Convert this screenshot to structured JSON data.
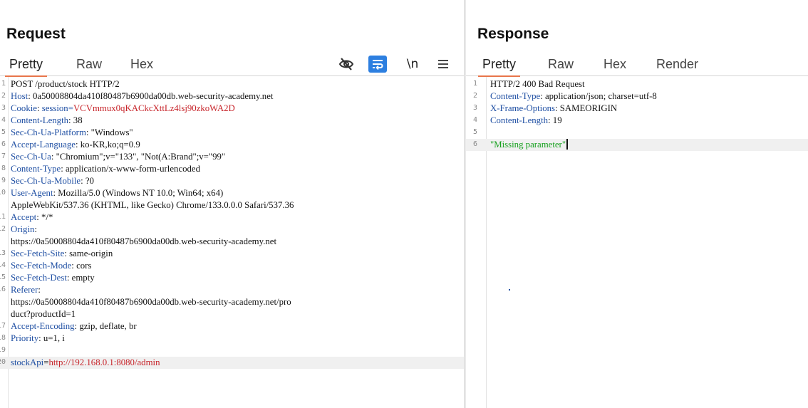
{
  "request": {
    "title": "Request",
    "tabs": [
      "Pretty",
      "Raw",
      "Hex"
    ],
    "active_tab": "Pretty",
    "toolbar_icons": [
      "eye-slash-icon",
      "wrap-lines-icon",
      "newline-icon",
      "menu-icon"
    ],
    "toolbar_newline_label": "\\n",
    "lines": [
      {
        "n": "1",
        "k": "POST /product/stock HTTP/2",
        "s": "",
        "v": ""
      },
      {
        "n": "2",
        "k": "Host",
        "s": ": ",
        "v": "0a50008804da410f80487b6900da00db.web-security-academy.net"
      },
      {
        "n": "3",
        "k": "Cookie",
        "s": ": ",
        "v": "session=VCVmmux0qKACkcXttLz4lsj90zkoWA2D"
      },
      {
        "n": "4",
        "k": "Content-Length",
        "s": ": ",
        "v": "38"
      },
      {
        "n": "5",
        "k": "Sec-Ch-Ua-Platform",
        "s": ": ",
        "v": "\"Windows\""
      },
      {
        "n": "6",
        "k": "Accept-Language",
        "s": ": ",
        "v": "ko-KR,ko;q=0.9"
      },
      {
        "n": "7",
        "k": "Sec-Ch-Ua",
        "s": ": ",
        "v": "\"Chromium\";v=\"133\", \"Not(A:Brand\";v=\"99\""
      },
      {
        "n": "8",
        "k": "Content-Type",
        "s": ": ",
        "v": "application/x-www-form-urlencoded"
      },
      {
        "n": "9",
        "k": "Sec-Ch-Ua-Mobile",
        "s": ": ",
        "v": "?0"
      },
      {
        "n": "10",
        "k": "User-Agent",
        "s": ": ",
        "v": "Mozilla/5.0 (Windows NT 10.0; Win64; x64)"
      },
      {
        "n": "",
        "k": "",
        "s": "",
        "v": "AppleWebKit/537.36 (KHTML, like Gecko) Chrome/133.0.0.0 Safari/537.36"
      },
      {
        "n": "11",
        "k": "Accept",
        "s": ": ",
        "v": "*/*"
      },
      {
        "n": "12",
        "k": "Origin",
        "s": ":",
        "v": ""
      },
      {
        "n": "",
        "k": "",
        "s": "",
        "v": "https://0a50008804da410f80487b6900da00db.web-security-academy.net"
      },
      {
        "n": "13",
        "k": "Sec-Fetch-Site",
        "s": ": ",
        "v": "same-origin"
      },
      {
        "n": "14",
        "k": "Sec-Fetch-Mode",
        "s": ": ",
        "v": "cors"
      },
      {
        "n": "15",
        "k": "Sec-Fetch-Dest",
        "s": ": ",
        "v": "empty"
      },
      {
        "n": "16",
        "k": "Referer",
        "s": ":",
        "v": ""
      },
      {
        "n": "",
        "k": "",
        "s": "",
        "v": "https://0a50008804da410f80487b6900da00db.web-security-academy.net/pro"
      },
      {
        "n": "",
        "k": "",
        "s": "",
        "v": "duct?productId=1"
      },
      {
        "n": "17",
        "k": "Accept-Encoding",
        "s": ": ",
        "v": "gzip, deflate, br"
      },
      {
        "n": "18",
        "k": "Priority",
        "s": ": ",
        "v": "u=1, i"
      },
      {
        "n": "19",
        "k": "",
        "s": "",
        "v": ""
      },
      {
        "n": "20",
        "k": "stockApi",
        "s": "=",
        "v": "http://192.168.0.1:8080/admin"
      }
    ]
  },
  "response": {
    "title": "Response",
    "tabs": [
      "Pretty",
      "Raw",
      "Hex",
      "Render"
    ],
    "active_tab": "Pretty",
    "lines": [
      {
        "n": "1",
        "k": "HTTP/2 400 Bad Request",
        "s": "",
        "v": ""
      },
      {
        "n": "2",
        "k": "Content-Type",
        "s": ": ",
        "v": "application/json; charset=utf-8"
      },
      {
        "n": "3",
        "k": "X-Frame-Options",
        "s": ": ",
        "v": "SAMEORIGIN"
      },
      {
        "n": "4",
        "k": "Content-Length",
        "s": ": ",
        "v": "19"
      },
      {
        "n": "5",
        "k": "",
        "s": "",
        "v": ""
      },
      {
        "n": "6",
        "k": "",
        "s": "",
        "v": "\"Missing parameter\""
      }
    ]
  },
  "colors": {
    "header_key": "#1f4fa3",
    "cookie_value": "#c7242a",
    "url_value": "#c7242a",
    "json_string": "#14a01c",
    "active_tab_underline": "#e8754a",
    "wrap_button_bg": "#2d7fe0"
  }
}
